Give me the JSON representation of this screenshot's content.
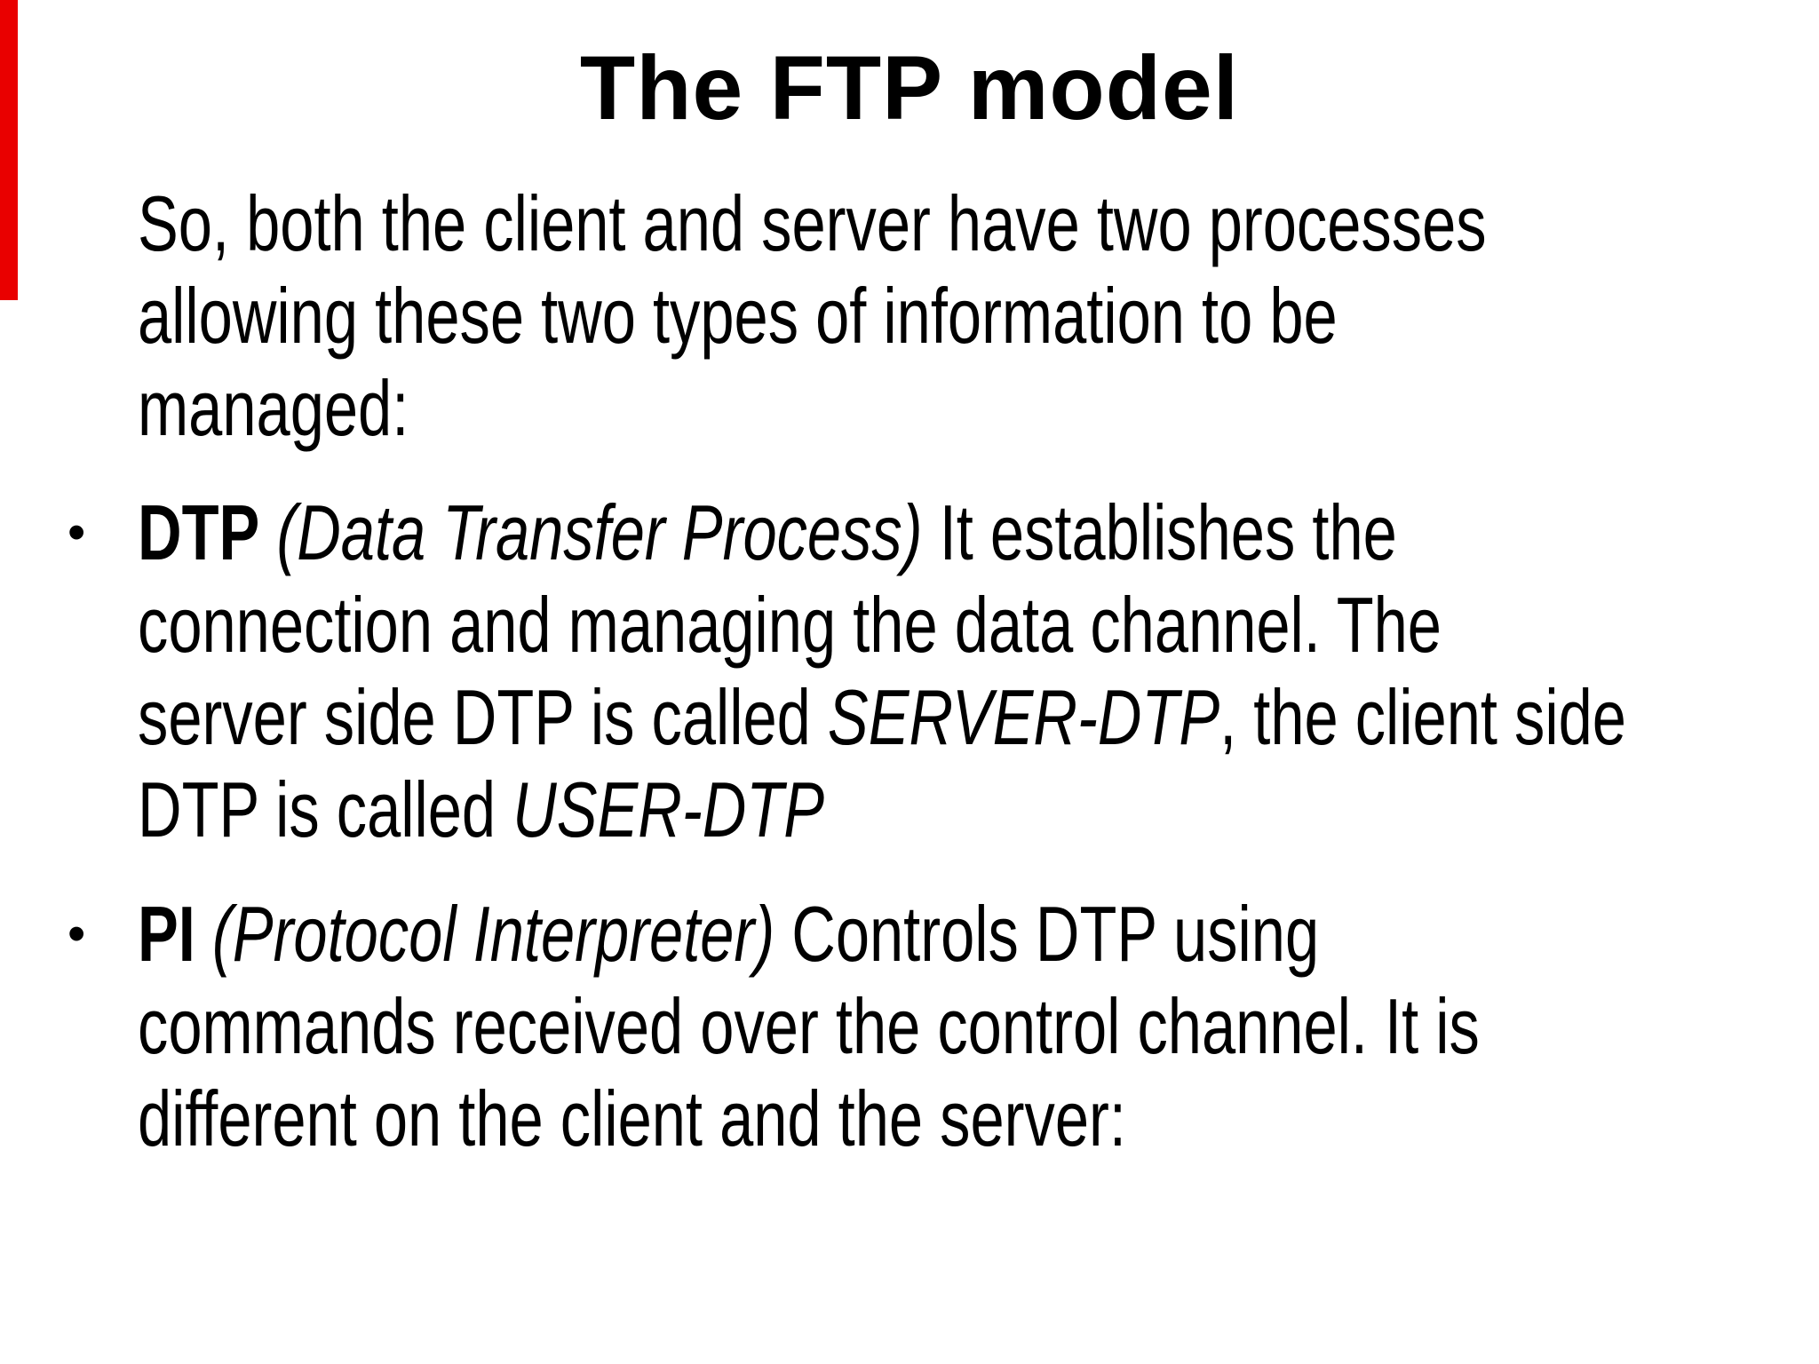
{
  "slide": {
    "background_color": "#ffffff",
    "text_color": "#000000",
    "accent_bar": {
      "color": "#e90000"
    },
    "title": "The FTP model",
    "intro": {
      "lines": [
        [
          {
            "t": "So, both the client and server have two processes",
            "s": "n"
          }
        ],
        [
          {
            "t": "allowing these two types of information to be",
            "s": "n"
          }
        ],
        [
          {
            "t": "managed:",
            "s": "n"
          }
        ]
      ]
    },
    "bullets": [
      {
        "marker": "•",
        "lines": [
          [
            {
              "t": "DTP",
              "s": "b"
            },
            {
              "t": " ",
              "s": "n"
            },
            {
              "t": "(Data Transfer Process)",
              "s": "i"
            },
            {
              "t": " It establishes the",
              "s": "n"
            }
          ],
          [
            {
              "t": "connection and managing the data channel. The",
              "s": "n"
            }
          ],
          [
            {
              "t": "server side DTP is called ",
              "s": "n"
            },
            {
              "t": "SERVER-DTP",
              "s": "i"
            },
            {
              "t": ", the client side",
              "s": "n"
            }
          ],
          [
            {
              "t": "DTP is called ",
              "s": "n"
            },
            {
              "t": "USER-DTP",
              "s": "i"
            }
          ]
        ]
      },
      {
        "marker": "•",
        "lines": [
          [
            {
              "t": "PI",
              "s": "b"
            },
            {
              "t": " ",
              "s": "n"
            },
            {
              "t": "(Protocol Interpreter)",
              "s": "i"
            },
            {
              "t": " Controls DTP using",
              "s": "n"
            }
          ],
          [
            {
              "t": "commands received over the control channel. It is",
              "s": "n"
            }
          ],
          [
            {
              "t": "different on the client and the server:",
              "s": "n"
            }
          ]
        ]
      }
    ]
  }
}
